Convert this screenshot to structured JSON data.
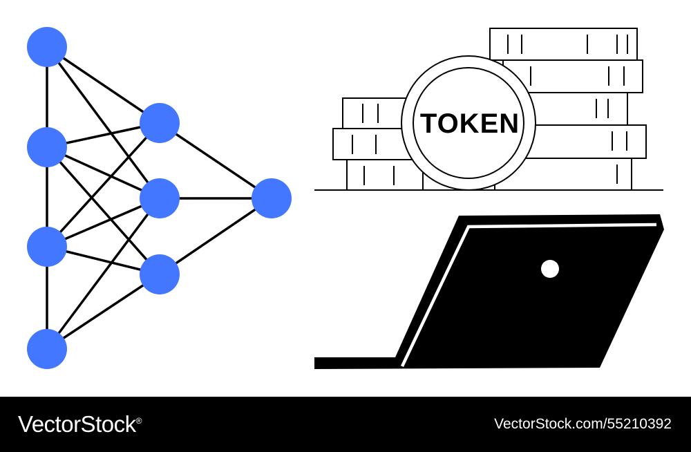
{
  "illustration": {
    "coin_label": "TOKEN",
    "node_color": "#4477ff",
    "icons": [
      "neural-network-icon",
      "token-coin-icon",
      "laptop-icon"
    ]
  },
  "footer": {
    "brand": "VectorStock",
    "brand_registered": "®",
    "stock_id": "VectorStock.com/55210392"
  }
}
